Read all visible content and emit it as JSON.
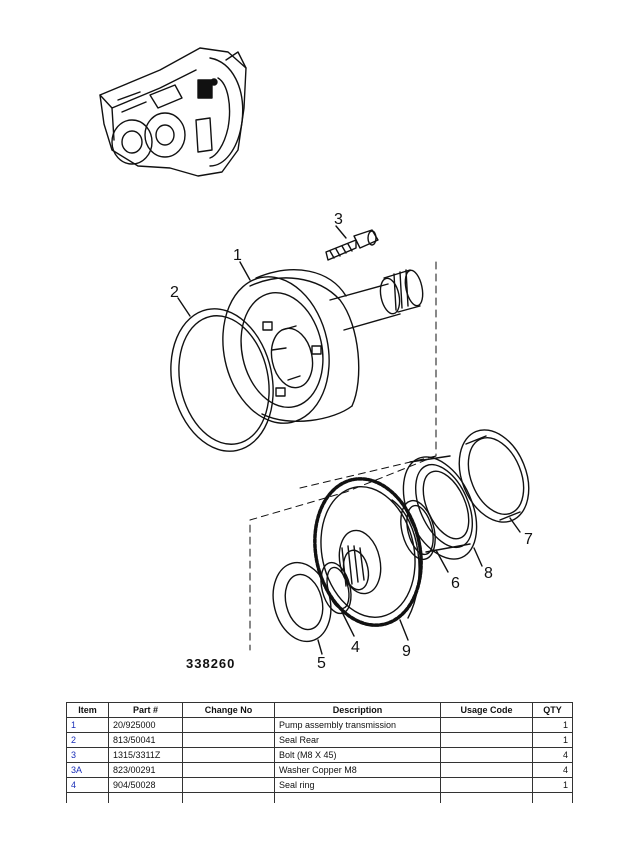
{
  "figure": {
    "number": "338260",
    "callouts": [
      "1",
      "2",
      "3",
      "4",
      "5",
      "6",
      "7",
      "8",
      "9"
    ]
  },
  "table": {
    "headers": [
      "Item",
      "Part #",
      "Change No",
      "Description",
      "Usage Code",
      "QTY"
    ],
    "rows": [
      {
        "item": "1",
        "part": "20/925000",
        "change": "",
        "description": "Pump assembly transmission",
        "usage": "",
        "qty": "1"
      },
      {
        "item": "2",
        "part": "813/50041",
        "change": "",
        "description": "Seal Rear",
        "usage": "",
        "qty": "1"
      },
      {
        "item": "3",
        "part": "1315/3311Z",
        "change": "",
        "description": "Bolt (M8 X 45)",
        "usage": "",
        "qty": "4"
      },
      {
        "item": "3A",
        "part": "823/00291",
        "change": "",
        "description": "Washer Copper M8",
        "usage": "",
        "qty": "4"
      },
      {
        "item": "4",
        "part": "904/50028",
        "change": "",
        "description": "Seal ring",
        "usage": "",
        "qty": "1"
      }
    ]
  }
}
